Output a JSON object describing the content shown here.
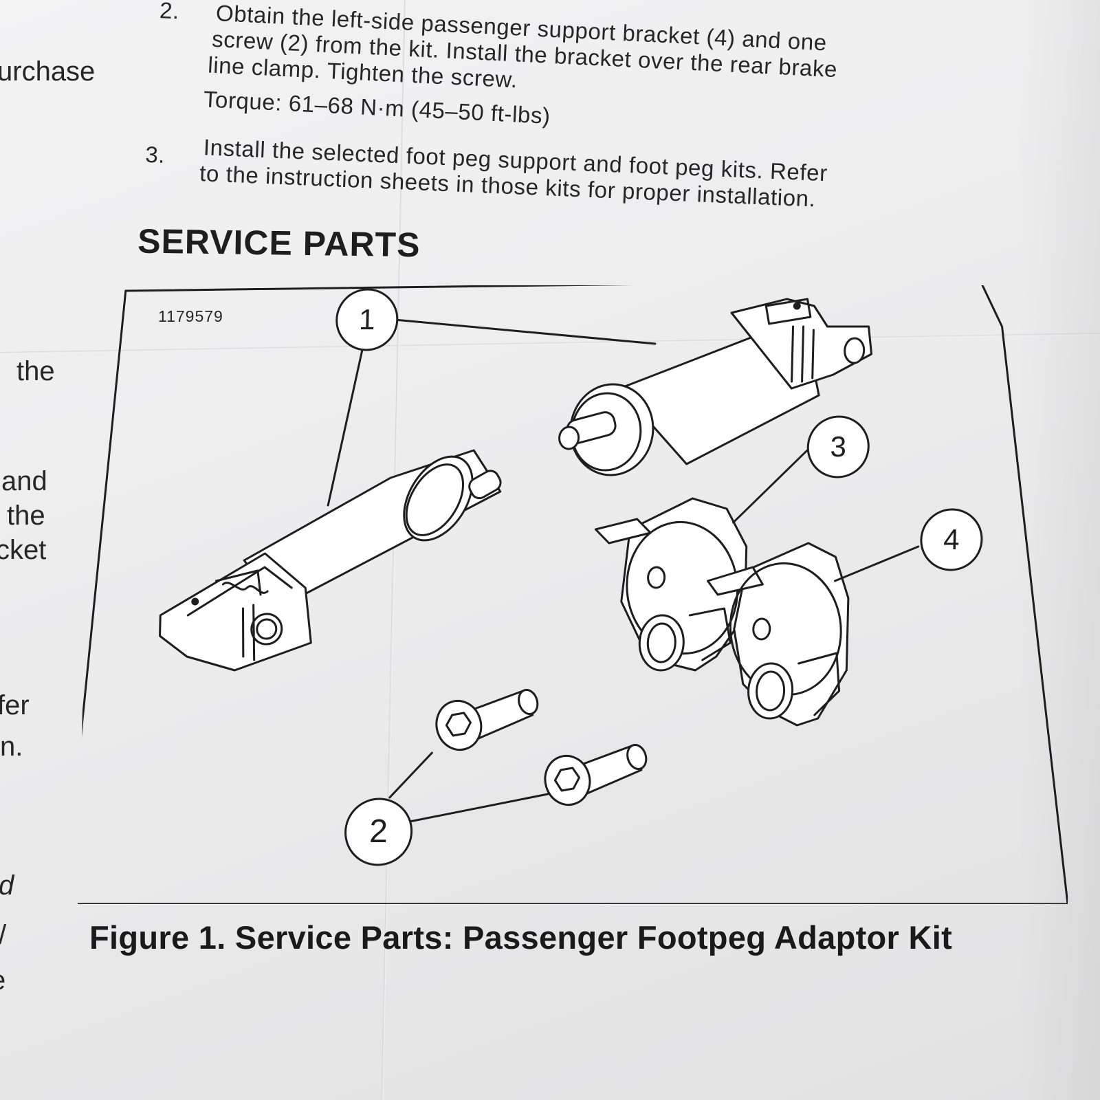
{
  "left_column": {
    "fragments": [
      "urchase",
      "the",
      "and",
      "the",
      "cket",
      "fer",
      "n.",
      "d",
      "/",
      "e"
    ]
  },
  "steps": [
    {
      "number": "2.",
      "lines": [
        "Obtain the left-side passenger support bracket (4) and one",
        "screw (2) from the kit. Install the bracket over the rear brake",
        "line clamp. Tighten the screw."
      ],
      "torque": "Torque: 61–68 N·m (45–50 ft-lbs)"
    },
    {
      "number": "3.",
      "lines": [
        "Install the selected foot peg support and foot peg kits. Refer",
        "to the instruction sheets in those kits for proper installation."
      ]
    }
  ],
  "service_parts": {
    "heading": "SERVICE PARTS",
    "figure_id": "1179579",
    "callouts": [
      "1",
      "2",
      "3",
      "4"
    ]
  },
  "figure_caption": "Figure 1. Service Parts: Passenger Footpeg Adaptor Kit"
}
